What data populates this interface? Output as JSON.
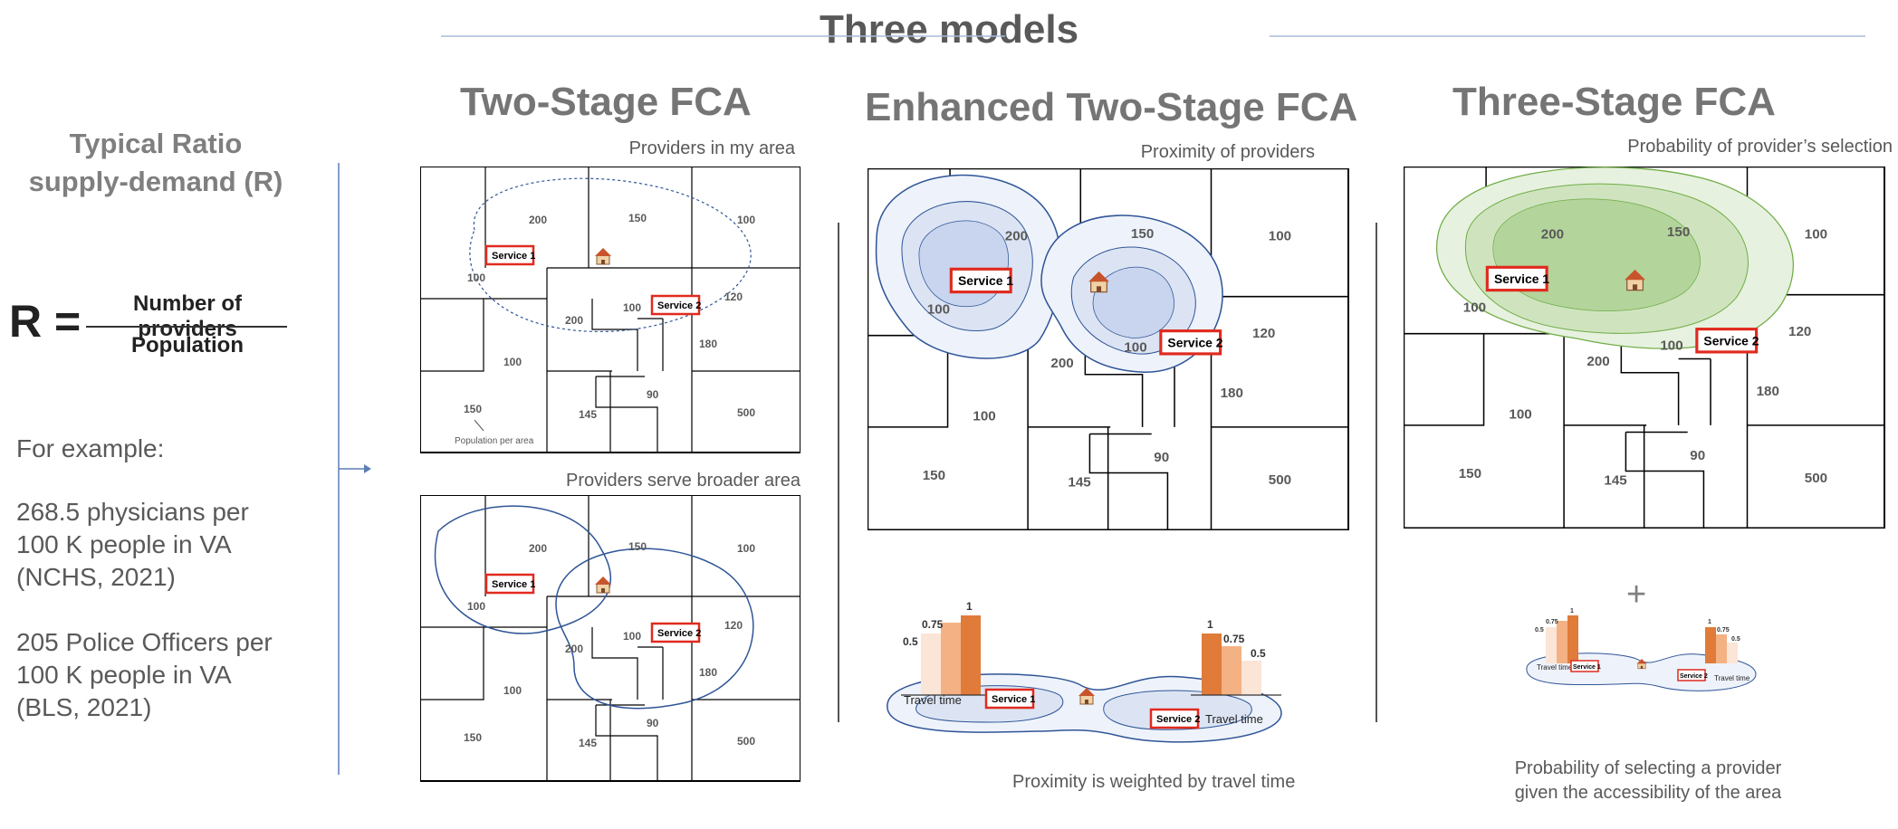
{
  "title": "Three models",
  "left": {
    "heading_line1": "Typical Ratio",
    "heading_line2": "supply-demand (R)",
    "formula_r": "R =",
    "numerator": "Number of providers",
    "denominator": "Population",
    "example_label": "For example:",
    "example1": [
      "268.5 physicians per",
      "100 K people in VA",
      "(NCHS, 2021)"
    ],
    "example2": [
      "205 Police Officers per",
      "100 K people in VA",
      "(BLS, 2021)"
    ]
  },
  "models": [
    {
      "title": "Two-Stage FCA",
      "caption_top": "Providers in my area",
      "caption_bottom": "Providers serve broader area"
    },
    {
      "title": "Enhanced Two-Stage FCA",
      "caption_top": "Proximity of providers",
      "caption_bottom": "Proximity is weighted by travel time"
    },
    {
      "title": "Three-Stage FCA",
      "caption_top": "Probability of provider’s selection",
      "caption_bottom_line1": "Probability of selecting a provider",
      "caption_bottom_line2": "given the accessibility of the area"
    }
  ],
  "map": {
    "service1": "Service 1",
    "service2": "Service 2",
    "pop_note": "Population per area",
    "values": [
      "200",
      "150",
      "100",
      "100",
      "100",
      "120",
      "200",
      "180",
      "100",
      "145",
      "90",
      "500",
      "150"
    ]
  },
  "weights": {
    "high": "1",
    "mid": "0.75",
    "low": "0.5",
    "travel_time": "Travel time",
    "plus": "+"
  },
  "colors": {
    "title": "#595959",
    "service_border": "#e02a1f",
    "contour_blue": "#2f5597",
    "fill_blue": "#b4c7e7",
    "fill_green": "#a9d18e",
    "bar_orange": "#e07b39"
  }
}
